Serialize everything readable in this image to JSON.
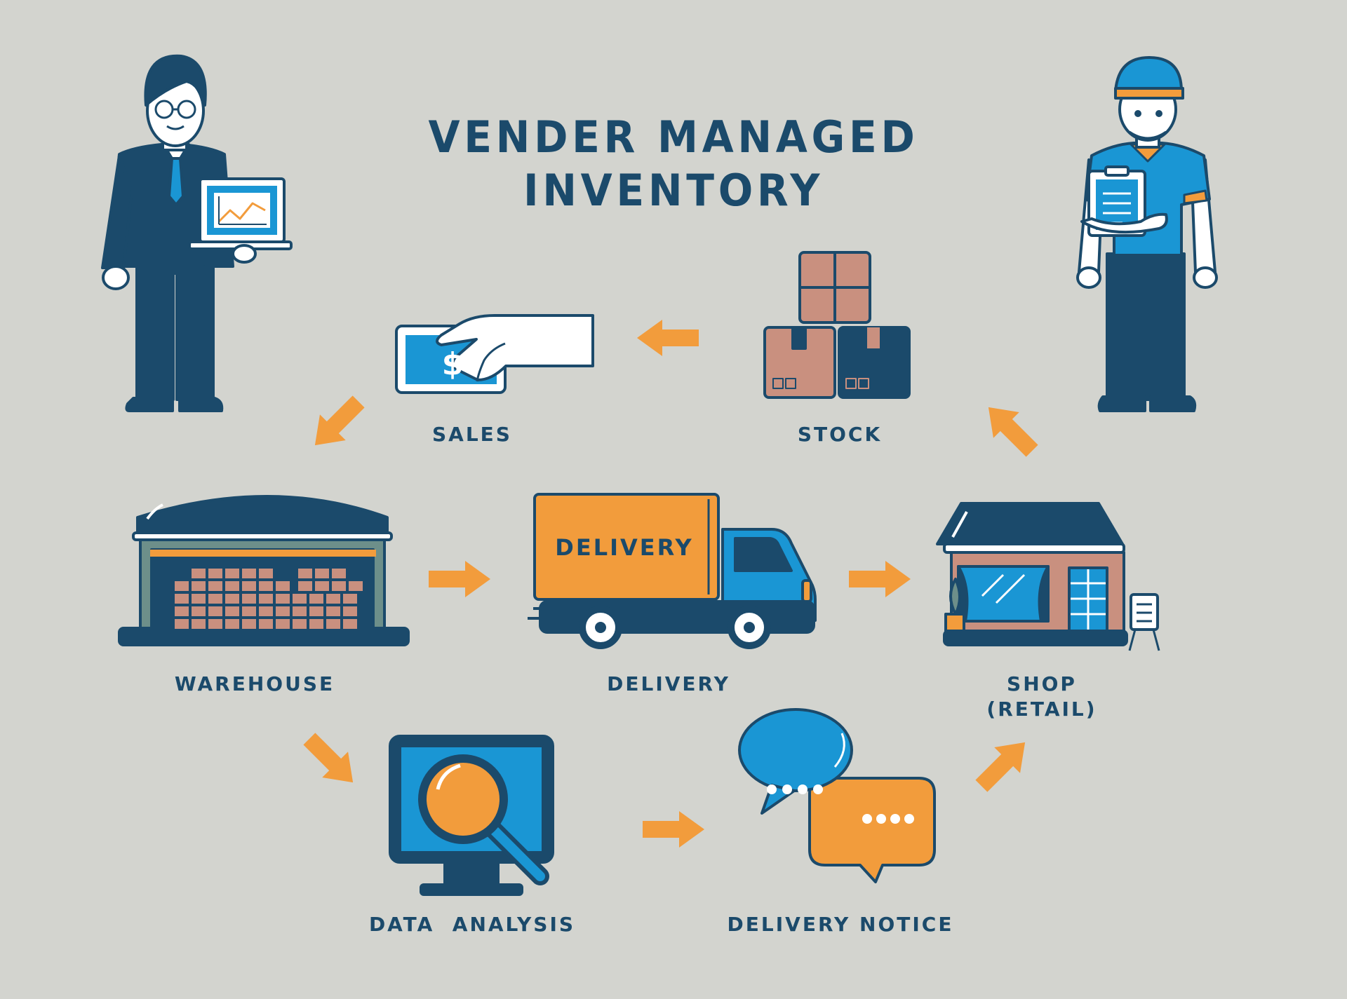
{
  "title": "VENDER MANAGED INVENTORY",
  "colors": {
    "background": "#d3d4cf",
    "navy": "#1b4a6b",
    "blue": "#1a96d4",
    "orange": "#f29c3c",
    "brick": "#c9907f",
    "white": "#ffffff"
  },
  "nodes": {
    "sales": {
      "label": "SALES",
      "icon": "cash-hand-icon"
    },
    "stock": {
      "label": "STOCK",
      "icon": "boxes-icon"
    },
    "warehouse": {
      "label": "WAREHOUSE",
      "icon": "warehouse-icon"
    },
    "delivery": {
      "label": "DELIVERY",
      "icon": "truck-icon",
      "truck_text": "DELIVERY"
    },
    "shop": {
      "label_line1": "SHOP",
      "label_line2": "(RETAIL)",
      "icon": "shop-icon"
    },
    "data_analysis": {
      "label": "DATA  ANALYSIS",
      "icon": "monitor-magnifier-icon"
    },
    "delivery_notice": {
      "label": "DELIVERY NOTICE",
      "icon": "chat-bubbles-icon"
    }
  },
  "money_symbol": "$",
  "characters": {
    "vendor": {
      "icon": "businessman-icon"
    },
    "retailer": {
      "icon": "delivery-worker-icon"
    }
  }
}
